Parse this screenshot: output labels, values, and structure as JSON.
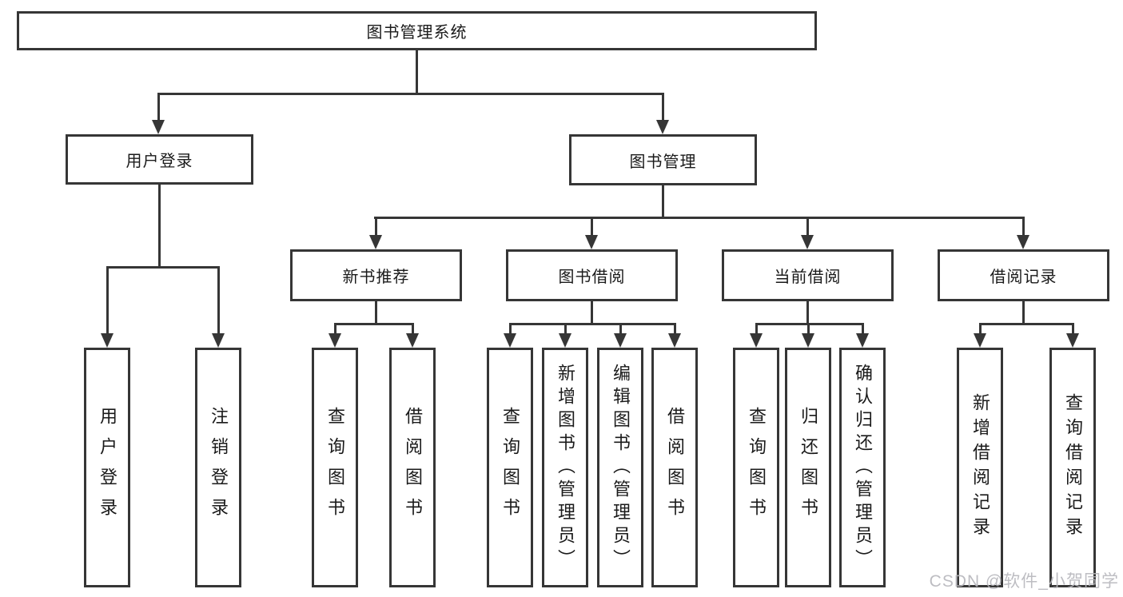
{
  "diagram": {
    "root": {
      "label": "图书管理系统"
    },
    "branches": [
      {
        "label": "用户登录",
        "children": [
          {
            "label": "用户登录"
          },
          {
            "label": "注销登录"
          }
        ]
      },
      {
        "label": "图书管理",
        "children": [
          {
            "label": "新书推荐",
            "children": [
              {
                "label": "查询图书"
              },
              {
                "label": "借阅图书"
              }
            ]
          },
          {
            "label": "图书借阅",
            "children": [
              {
                "label": "查询图书"
              },
              {
                "label": "新增图书（管理员）"
              },
              {
                "label": "编辑图书（管理员）"
              },
              {
                "label": "借阅图书"
              }
            ]
          },
          {
            "label": "当前借阅",
            "children": [
              {
                "label": "查询图书"
              },
              {
                "label": "归还图书"
              },
              {
                "label": "确认归还（管理员）"
              }
            ]
          },
          {
            "label": "借阅记录",
            "children": [
              {
                "label": "新增借阅记录"
              },
              {
                "label": "查询借阅记录"
              }
            ]
          }
        ]
      }
    ]
  },
  "watermark": {
    "text": "CSDN @软件_小贺同学"
  },
  "colors": {
    "line": "#363636",
    "text": "#1a1a1a",
    "watermark": "#b6b6bc",
    "background": "#ffffff"
  }
}
